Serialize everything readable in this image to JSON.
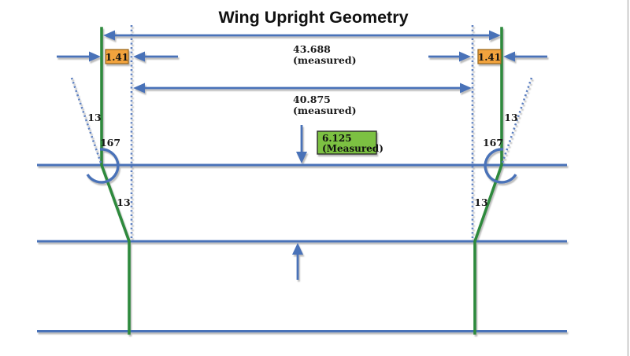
{
  "title": "Wing Upright Geometry",
  "dimensions": {
    "overall": {
      "value": "43.688",
      "note": "(measured)"
    },
    "inner": {
      "value": "40.875",
      "note": "(measured)"
    },
    "left_thickness": "1.41",
    "right_thickness": "1.41",
    "drop": {
      "value": "6.125",
      "note": "(Measured)"
    }
  },
  "angles": {
    "left_upper": "13",
    "left_arc": "167",
    "left_lower": "13",
    "right_upper": "13",
    "right_arc": "167",
    "right_lower": "13"
  },
  "colors": {
    "blue_line": "#4a72b8",
    "blue_dotted": "#5b7fc0",
    "green_line": "#2f8a3e",
    "orange_fill": "#f2a33c",
    "orange_border": "#96651c",
    "green_fill": "#7cc142",
    "green_badge_border": "#2b2b2b"
  }
}
